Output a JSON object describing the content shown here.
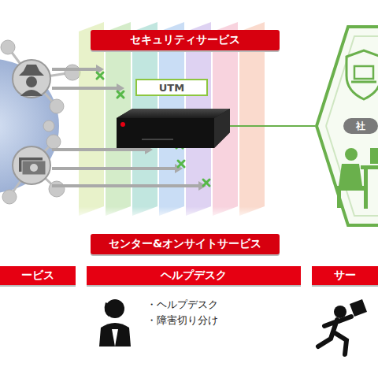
{
  "diagram": {
    "nodes": [
      {
        "text": [
          "セキュリティサービス"
        ]
      },
      {
        "text": [
          "UTM"
        ]
      },
      {
        "text": [
          "社"
        ]
      },
      {
        "text": [
          "センター&オンサイトサービス"
        ]
      },
      {
        "text": [
          "ービス"
        ]
      },
      {
        "text": [
          "ヘルプデスク"
        ]
      },
      {
        "text": [
          "サー"
        ]
      }
    ],
    "labels": [
      "・ヘルプデスク",
      "・障害切り分け"
    ]
  }
}
